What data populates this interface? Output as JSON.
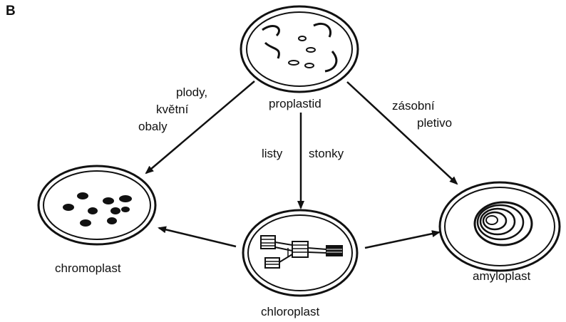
{
  "figure": {
    "panel_label": "B"
  },
  "nodes": {
    "proplastid": "proplastid",
    "chromoplast": "chromoplast",
    "chloroplast": "chloroplast",
    "amyloplast": "amyloplast"
  },
  "edges": {
    "to_chromoplast": [
      "plody,",
      "květní",
      "obaly"
    ],
    "to_chloroplast_left": "listy",
    "to_chloroplast_right": "stonky",
    "to_amyloplast": [
      "zásobní",
      "pletivo"
    ]
  },
  "colors": {
    "ink": "#111111",
    "background": "#ffffff"
  }
}
